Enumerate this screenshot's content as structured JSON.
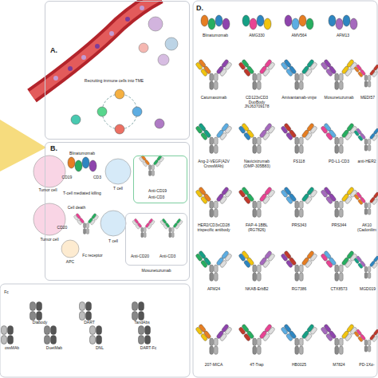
{
  "diagram": {
    "nodes": [
      {
        "text": [
          "A."
        ]
      },
      {
        "text": [
          "B."
        ]
      },
      {
        "text": [
          "D."
        ]
      },
      {
        "text": [
          "Anti-CD19",
          "Anti-CD3"
        ],
        "in": 1
      },
      {
        "text": [
          "Anti-CD20",
          "Anti-CD3"
        ],
        "in": 1
      }
    ],
    "labels": [
      "Recruiting immune cells into TME",
      "Blinatumomab",
      "Tumor cell",
      "CD19",
      "CD3",
      "T cell",
      "T-cell mediated killing",
      "Tumor cell",
      "Cell death",
      "CD20",
      "T cell",
      "Fc receptor",
      "APC",
      "Mosunetuzumab",
      "Fc",
      "Diabody",
      "DART",
      "TandAbs",
      "ossMAb",
      "DuetMab",
      "DNL",
      "DART-Fc",
      "Blinatumomab",
      "AMG330",
      "AMV564",
      "AFM13",
      "Catumaxomab",
      "CD123xCD3 DuoBody JNJ63709178",
      "Amivantamab-vmjw",
      "Mosunetuzumab",
      "MEDI57",
      "Ang-2-VEGF(A2V CrossMAb)",
      "Navicixizumab (OMP-305B83)",
      "FS118",
      "PD-L1-CD3",
      "anti-HER2",
      "HER2/CD3xCD28 trispecific antibody",
      "FAP-4-1BBL (RG7826)",
      "PRS343",
      "PRS344",
      "AK10 (Cadonilim",
      "AFM24",
      "NKAB-ErbB2",
      "RG7386",
      "CTX8573",
      "MGD019",
      "207-MICA",
      "4T-Trap",
      "HB0025",
      "M7824",
      "PD-1Xα-"
    ]
  }
}
